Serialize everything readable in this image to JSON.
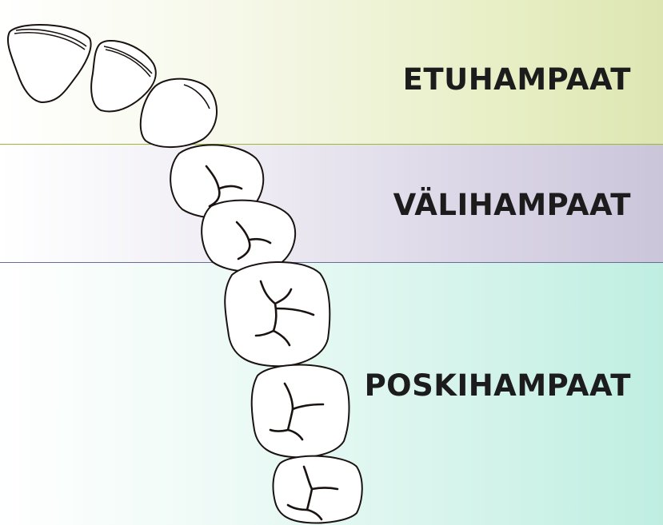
{
  "sections": {
    "front": {
      "label": "ETUHAMPAAT",
      "color": "#dde6b2"
    },
    "pre": {
      "label": "VÄLIHAMPAAT",
      "color": "#cbc5da"
    },
    "molar": {
      "label": "POSKIHAMPAAT",
      "color": "#bfeee1"
    }
  },
  "tooth_outline_color": "#1a1210",
  "teeth": [
    {
      "group": "front"
    },
    {
      "group": "front"
    },
    {
      "group": "front"
    },
    {
      "group": "pre"
    },
    {
      "group": "pre"
    },
    {
      "group": "molar"
    },
    {
      "group": "molar"
    },
    {
      "group": "molar"
    }
  ]
}
